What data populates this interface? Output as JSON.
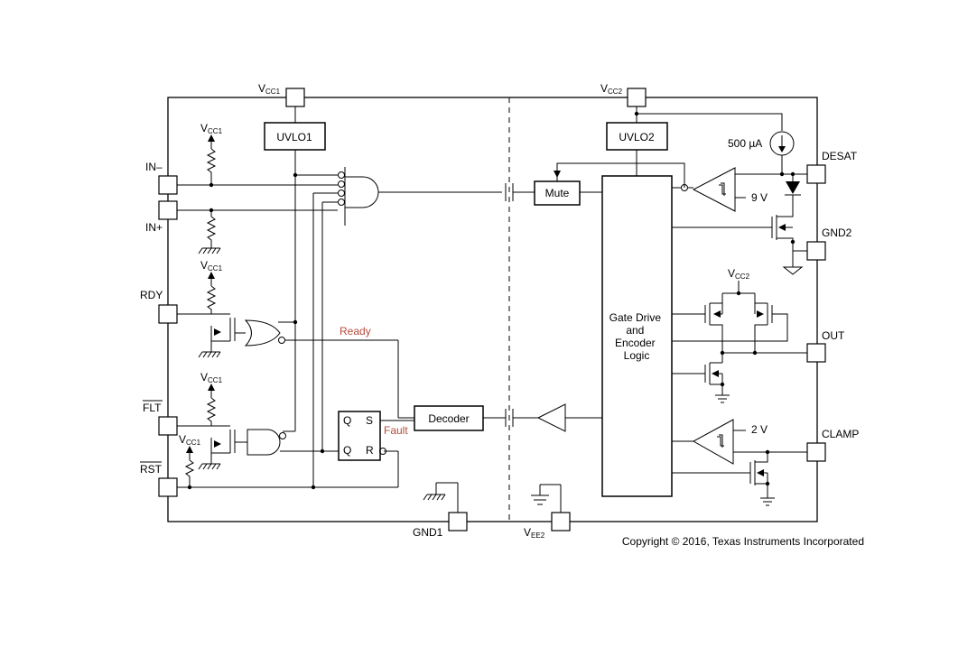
{
  "pins": {
    "vcc1": "V",
    "vcc1_sub": "CC1",
    "vcc2": "V",
    "vcc2_sub": "CC2",
    "in_minus": "IN–",
    "in_plus": "IN+",
    "rdy": "RDY",
    "flt": "FLT",
    "rst": "RST",
    "gnd1": "GND1",
    "vee2": "V",
    "vee2_sub": "EE2",
    "desat": "DESAT",
    "gnd2": "GND2",
    "out": "OUT",
    "clamp": "CLAMP"
  },
  "blocks": {
    "uvlo1": "UVLO1",
    "uvlo2": "UVLO2",
    "mute": "Mute",
    "decoder": "Decoder",
    "gate_drive": [
      "Gate Drive",
      "and",
      "Encoder",
      "Logic"
    ],
    "ff_q": "Q",
    "ff_s": "S",
    "ff_qb": "Q",
    "ff_r": "R"
  },
  "labels": {
    "ready": "Ready",
    "fault": "Fault",
    "current_source": "500 µA",
    "desat_ref": "9 V",
    "clamp_ref": "2 V",
    "vcc_label": "V",
    "vcc_label_sub1": "CC1",
    "vcc_label_sub2": "CC2"
  },
  "colors": {
    "signal_label": "#b84a3c"
  },
  "copyright": "Copyright © 2016, Texas Instruments Incorporated"
}
